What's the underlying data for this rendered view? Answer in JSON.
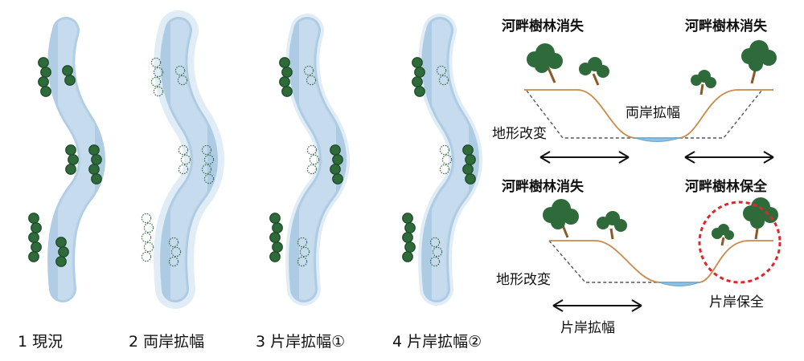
{
  "panels": [
    {
      "caption": "1 現況",
      "tree_state": [
        "solid",
        "solid",
        "solid",
        "solid",
        "solid",
        "solid"
      ]
    },
    {
      "caption": "2 両岸拡幅",
      "tree_state": [
        "outline",
        "outline",
        "outline",
        "outline",
        "outline",
        "outline"
      ]
    },
    {
      "caption": "3 片岸拡幅①",
      "tree_state": [
        "solid",
        "outline",
        "outline",
        "solid",
        "solid",
        "outline"
      ]
    },
    {
      "caption": "4 片岸拡幅②",
      "tree_state": [
        "solid",
        "outline",
        "outline",
        "solid",
        "solid",
        "outline"
      ]
    }
  ],
  "sections": {
    "top": {
      "left_heading": "河畔樹林消失",
      "right_heading": "河畔樹林消失",
      "center_label": "両岸拡幅",
      "side_label": "地形改変"
    },
    "bottom": {
      "left_heading": "河畔樹林消失",
      "right_heading": "河畔樹林保全",
      "side_label": "地形改変",
      "arrow_label": "片岸拡幅",
      "circle_label": "片岸保全"
    }
  },
  "colors": {
    "river": "#c6dcee",
    "river_edge": "#a9c8e2",
    "tree_dark": "#1f4d2a",
    "tree_fill": "#2f6b3a",
    "tree_outline": "#3c6b45",
    "ground": "#c98a4a",
    "trunk": "#8a5a2b",
    "water": "#8fc1e3",
    "dashed_circle": "#e0262a"
  }
}
